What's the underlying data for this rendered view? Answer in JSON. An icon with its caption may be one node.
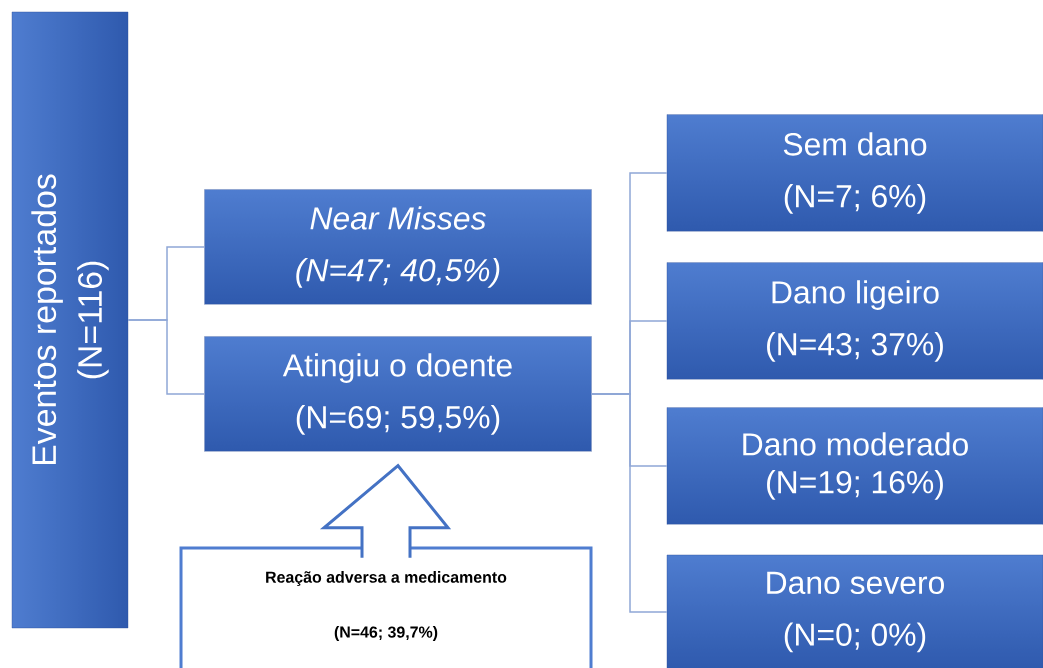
{
  "diagram": {
    "nodes": [
      {
        "text": [
          "Eventos reportados",
          "(N=116)"
        ]
      },
      {
        "text": [
          "Near Misses",
          "(N=47; 40,5%)"
        ]
      },
      {
        "text": [
          "Atingiu o doente",
          "(N=69; 59,5%)"
        ]
      },
      {
        "text": [
          "Sem dano",
          "(N=7; 6%)"
        ]
      },
      {
        "text": [
          "Dano ligeiro",
          "(N=43; 37%)"
        ]
      },
      {
        "text": [
          "Dano moderado",
          "(N=19; 16%)"
        ]
      },
      {
        "text": [
          "Dano severo",
          "(N=0; 0%)"
        ]
      },
      {
        "text": [
          "Reação adversa a medicamento",
          "(N=46; 39,7%)"
        ]
      }
    ],
    "edges": [
      {
        "from": 0,
        "to": 1,
        "arrow": "none"
      },
      {
        "from": 0,
        "to": 2,
        "arrow": "none"
      },
      {
        "from": 2,
        "to": 3,
        "arrow": "none"
      },
      {
        "from": 2,
        "to": 4,
        "arrow": "none"
      },
      {
        "from": 2,
        "to": 5,
        "arrow": "none"
      },
      {
        "from": 2,
        "to": 6,
        "arrow": "none"
      },
      {
        "from": 7,
        "to": 2,
        "arrow": "to",
        "style": "thick",
        "color": "#4472c4"
      }
    ]
  }
}
